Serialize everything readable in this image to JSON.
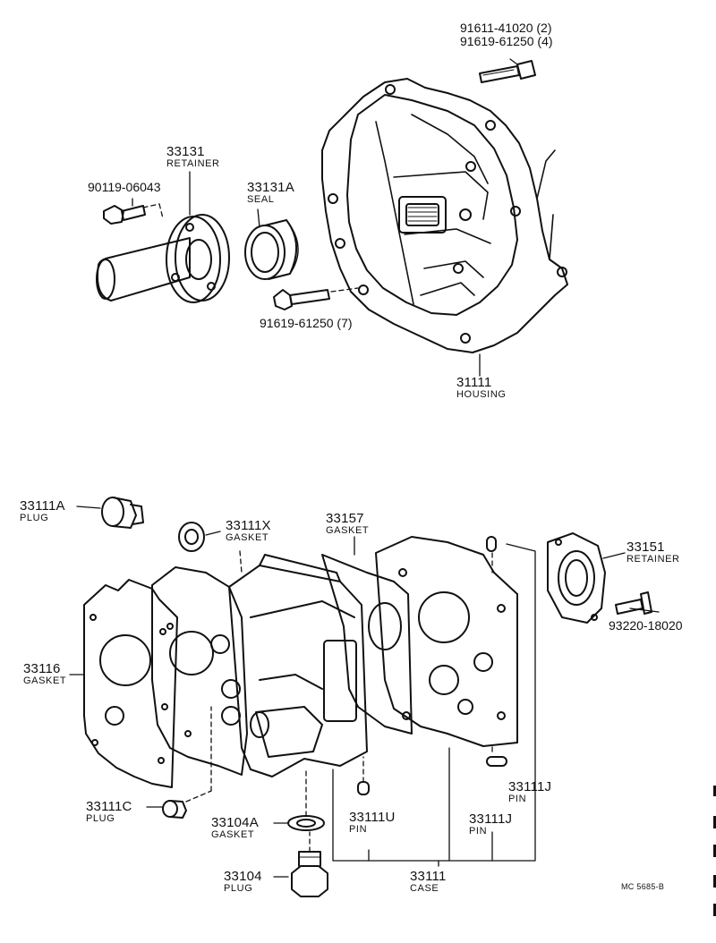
{
  "labels": {
    "housing": {
      "num": "31111",
      "name": "HOUSING"
    },
    "retainer_top": {
      "num": "33131",
      "name": "RETAINER"
    },
    "seal": {
      "num": "33131A",
      "name": "SEAL"
    },
    "bolt_retainer": "90119-06043",
    "bolt_top_1": "91611-41020 (2)",
    "bolt_top_2": "91619-61250 (4)",
    "bolt_mid": "91619-61250 (7)",
    "plug_a": {
      "num": "33111A",
      "name": "PLUG"
    },
    "gasket_x": {
      "num": "33111X",
      "name": "GASKET"
    },
    "gasket_157": {
      "num": "33157",
      "name": "GASKET"
    },
    "retainer_151": {
      "num": "33151",
      "name": "RETAINER"
    },
    "bolt_side": "93220-18020",
    "gasket_116": {
      "num": "33116",
      "name": "GASKET"
    },
    "pin_j_right": {
      "num": "33111J",
      "name": "PIN"
    },
    "plug_c": {
      "num": "33111C",
      "name": "PLUG"
    },
    "gasket_104a": {
      "num": "33104A",
      "name": "GASKET"
    },
    "pin_u": {
      "num": "33111U",
      "name": "PIN"
    },
    "pin_j": {
      "num": "33111J",
      "name": "PIN"
    },
    "case": {
      "num": "33111",
      "name": "CASE"
    },
    "plug_104": {
      "num": "33104",
      "name": "PLUG"
    }
  },
  "reference_code": "MC  5685-B"
}
